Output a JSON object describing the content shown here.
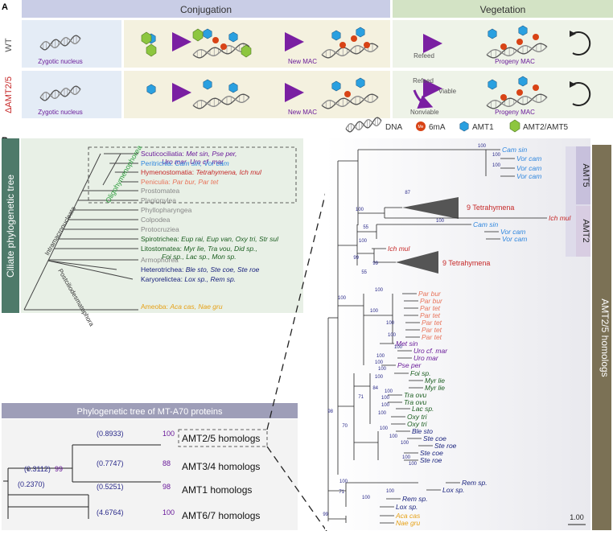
{
  "panelA": {
    "label": "A",
    "header_conjugation": "Conjugation",
    "header_vegetation": "Vegetation",
    "row_wt": "WT",
    "row_mut": "ΔAMT2/5",
    "zygotic": "Zygotic nucleus",
    "new_mac": "New MAC",
    "refeed": "Refeed",
    "progeny_mac": "Progeny MAC",
    "viable": "Viable",
    "nonviable": "Nonviable",
    "methyl_mark": "Me",
    "legend": {
      "dna": "DNA",
      "m6a": "6mA",
      "amt1": "AMT1",
      "amt25": "AMT2/AMT5"
    }
  },
  "panelB": {
    "label": "B",
    "ciliate_title": "Ciliate phylogenetic tree",
    "oligo": "Oligohymenophorea",
    "intramacronucleata": "Intramacronucleata",
    "postcilio": "Postciliodesmatophora",
    "taxa": [
      {
        "name": "Scuticociliatia: ",
        "species": "Met sin, Pse per,",
        "species2": "Uro mar, Uro cf. mar",
        "color": "#6a1b9a"
      },
      {
        "name": "Peritrichia: ",
        "species": "Cam sin, Vor cam",
        "color": "#2e86de"
      },
      {
        "name": "Hymenostomatia: ",
        "species": "Tetrahymena, Ich mul",
        "color": "#c62828"
      },
      {
        "name": "Peniculia: ",
        "species": "Par bur, Par tet",
        "color": "#e8735a"
      },
      {
        "name": "Prostomatea",
        "color": "#888888"
      },
      {
        "name": "Plagiopylea",
        "color": "#888888"
      },
      {
        "name": "Phyllopharyngea",
        "color": "#888888"
      },
      {
        "name": "Colpodea",
        "color": "#888888"
      },
      {
        "name": "Protocruziea",
        "color": "#888888"
      },
      {
        "name": "Spirotrichea: ",
        "species": "Eup rai, Eup van, Oxy tri, Str sul",
        "color": "#1b5e20"
      },
      {
        "name": "Litostomatea: ",
        "species": "Myr lie, Tra vou, Did sp.,",
        "species2": "Foi sp., Lac sp., Mon sp.",
        "color": "#1b5e20"
      },
      {
        "name": "Armophorea",
        "color": "#888888"
      },
      {
        "name": "Heterotrichea: ",
        "species": "Ble sto, Ste coe, Ste roe",
        "color": "#1a237e"
      },
      {
        "name": "Karyorelictea: ",
        "species": "Lox sp., Rem sp.",
        "color": "#1a237e"
      },
      {
        "name": "Ameoba: ",
        "species": "Aca cas, Nae gru",
        "color": "#e6a117"
      }
    ],
    "mta_title": "Phylogenetic tree of MT-A70 proteins",
    "mta": {
      "root_bl": "(0.2370)",
      "b2_bl": "(0.3112)",
      "b2_bs": "99",
      "amt25_bl": "(0.8933)",
      "amt25_bs": "100",
      "amt25": "AMT2/5 homologs",
      "amt34_bl": "(0.7747)",
      "amt34_bs": "88",
      "amt34": "AMT3/4 homologs",
      "amt1_bl": "(0.5251)",
      "amt1_bs": "98",
      "amt1": "AMT1 homologs",
      "amt67_bl": "(4.6764)",
      "amt67_bs": "100",
      "amt67": "AMT6/7 homologs"
    },
    "big_tree": {
      "side_label": "AMT2/5 homologs",
      "amt5": "AMT5",
      "amt2": "AMT2",
      "tetra_a": "9 Tetrahymena",
      "tetra_b": "9 Tetrahymena",
      "scale": "1.00",
      "leaves": [
        {
          "t": "Cam sin",
          "c": "#2e86de"
        },
        {
          "t": "Vor cam",
          "c": "#2e86de"
        },
        {
          "t": "Vor cam",
          "c": "#2e86de"
        },
        {
          "t": "Vor cam",
          "c": "#2e86de"
        },
        {
          "t": "Ich mul",
          "c": "#c62828"
        },
        {
          "t": "Cam sin",
          "c": "#2e86de"
        },
        {
          "t": "Vor cam",
          "c": "#2e86de"
        },
        {
          "t": "Vor cam",
          "c": "#2e86de"
        },
        {
          "t": "Ich mul",
          "c": "#c62828"
        },
        {
          "t": "Par bur",
          "c": "#e8735a"
        },
        {
          "t": "Par bur",
          "c": "#e8735a"
        },
        {
          "t": "Par tet",
          "c": "#e8735a"
        },
        {
          "t": "Par tet",
          "c": "#e8735a"
        },
        {
          "t": "Par tet",
          "c": "#e8735a"
        },
        {
          "t": "Par tet",
          "c": "#e8735a"
        },
        {
          "t": "Par tet",
          "c": "#e8735a"
        },
        {
          "t": "Met sin",
          "c": "#6a1b9a"
        },
        {
          "t": "Uro cf. mar",
          "c": "#6a1b9a"
        },
        {
          "t": "Uro mar",
          "c": "#6a1b9a"
        },
        {
          "t": "Pse per",
          "c": "#6a1b9a"
        },
        {
          "t": "Foi sp.",
          "c": "#1b5e20"
        },
        {
          "t": "Myr lie",
          "c": "#1b5e20"
        },
        {
          "t": "Myr lie",
          "c": "#1b5e20"
        },
        {
          "t": "Tra ovu",
          "c": "#1b5e20"
        },
        {
          "t": "Tra ovu",
          "c": "#1b5e20"
        },
        {
          "t": "Lac sp.",
          "c": "#1b5e20"
        },
        {
          "t": "Oxy tri",
          "c": "#1b5e20"
        },
        {
          "t": "Oxy tri",
          "c": "#1b5e20"
        },
        {
          "t": "Ble sto",
          "c": "#1a237e"
        },
        {
          "t": "Ste coe",
          "c": "#1a237e"
        },
        {
          "t": "Ste roe",
          "c": "#1a237e"
        },
        {
          "t": "Ste coe",
          "c": "#1a237e"
        },
        {
          "t": "Ste roe",
          "c": "#1a237e"
        },
        {
          "t": "Rem sp.",
          "c": "#1a237e"
        },
        {
          "t": "Lox sp.",
          "c": "#1a237e"
        },
        {
          "t": "Rem sp.",
          "c": "#1a237e"
        },
        {
          "t": "Lox sp.",
          "c": "#1a237e"
        },
        {
          "t": "Aca cas",
          "c": "#e6a117"
        },
        {
          "t": "Nae gru",
          "c": "#e6a117"
        }
      ],
      "bootstraps": [
        "100",
        "100",
        "100",
        "87",
        "100",
        "55",
        "100",
        "100",
        "99",
        "99",
        "55",
        "100",
        "100",
        "100",
        "100",
        "100",
        "100",
        "100",
        "100",
        "100",
        "100",
        "84",
        "100",
        "100",
        "100",
        "71",
        "100",
        "100",
        "100",
        "70",
        "100",
        "100",
        "100",
        "98",
        "100",
        "100",
        "100",
        "71",
        "99"
      ]
    }
  }
}
